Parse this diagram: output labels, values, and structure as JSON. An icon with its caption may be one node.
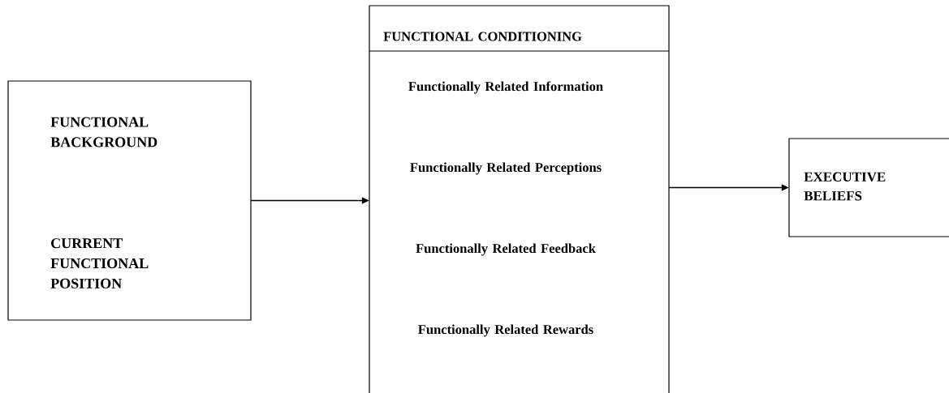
{
  "diagram": {
    "nodes": [
      {
        "text": [
          "FUNCTIONAL BACKGROUND",
          "CURRENT FUNCTIONAL POSITION"
        ]
      },
      {
        "text": [
          "FUNCTIONAL CONDITIONING",
          "Functionally Related Information",
          "Functionally Related Perceptions",
          "Functionally Related Feedback",
          "Functionally Related Rewards"
        ]
      },
      {
        "text": [
          "EXECUTIVE BELIEFS"
        ]
      }
    ],
    "edges": [
      {
        "from": 0,
        "to": 1,
        "arrow": "to"
      },
      {
        "from": 1,
        "to": 2,
        "arrow": "to"
      }
    ]
  }
}
